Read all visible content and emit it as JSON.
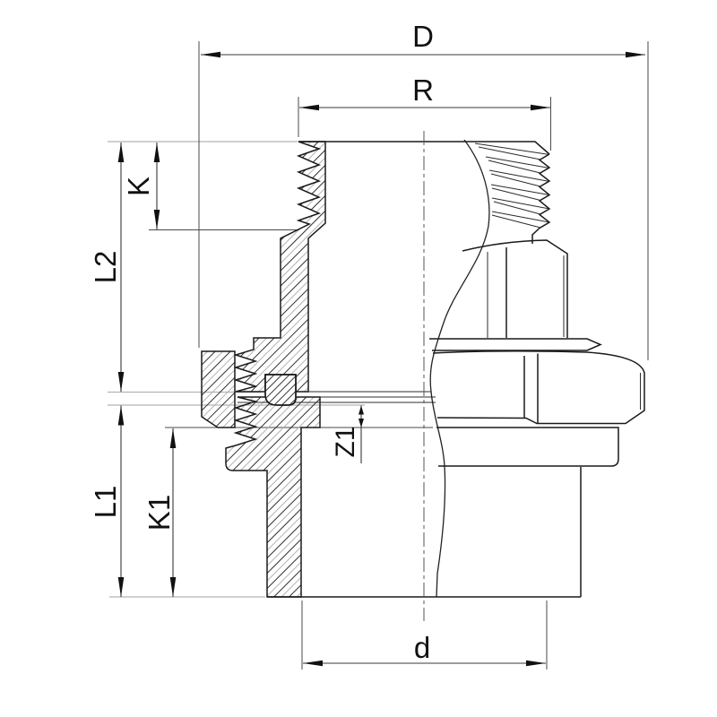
{
  "drawing": {
    "labels": {
      "D": "D",
      "R": "R",
      "K": "K",
      "L2": "L2",
      "L1": "L1",
      "K1": "K1",
      "Z1": "Z1",
      "d": "d"
    },
    "colors": {
      "background": "#ffffff",
      "outline": "#1a1a1a",
      "dimension_line": "#3a3a3a",
      "extension_line": "#b3b3b3",
      "label_text": "#111111",
      "hatch_dark": "#2e2e2e",
      "hatch_light": "#aaaaaa"
    }
  }
}
